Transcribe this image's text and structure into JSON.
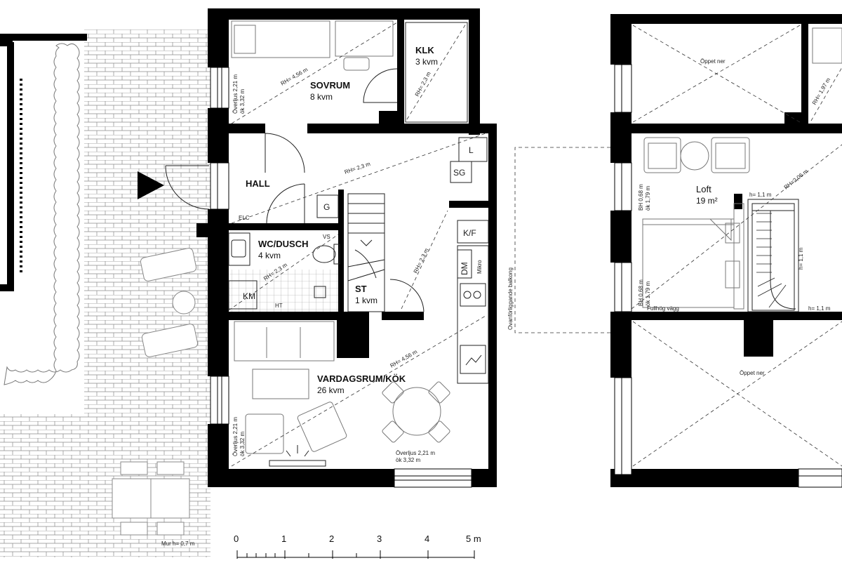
{
  "rooms": {
    "sovrum": {
      "name": "SOVRUM",
      "area": "8 kvm"
    },
    "klk": {
      "name": "KLK",
      "area": "3 kvm"
    },
    "hall": {
      "name": "HALL"
    },
    "wc": {
      "name": "WC/DUSCH",
      "area": "4 kvm"
    },
    "st": {
      "name": "ST",
      "area": "1 kvm"
    },
    "vardagsrum": {
      "name": "VARDAGSRUM/KÖK",
      "area": "26 kvm"
    },
    "loft": {
      "name": "Loft",
      "area": "19 m²"
    }
  },
  "fixtures": {
    "l": "L",
    "sg": "SG",
    "g": "G",
    "kf": "K/F",
    "km": "KM",
    "dm": "DM",
    "mikro": "Mikro",
    "elc": "ELC",
    "vs": "VS",
    "ht": "HT"
  },
  "heights": {
    "rh_sovrum": "RH= 4,56 m",
    "rh_klk": "RH= 2,3 m",
    "rh_hall": "RH= 2,3 m",
    "rh_wc": "RH= 2,3 m",
    "rh_st": "RH= 2,3 m",
    "rh_vardag": "RH= 4,56 m",
    "rh_loft": "RH=2,06 m",
    "rh_loft_top": "RH= 1,97 m",
    "overljus_sov_1": "Överljus 2,21 m",
    "overljus_sov_2": "ök 3,32 m",
    "overljus_vard_1": "Överljus 2,21 m",
    "overljus_vard_2": "ök 3,32 m",
    "overljus_bottom_1": "Överljus 2,21 m",
    "overljus_bottom_2": "ök 3,32 m",
    "bh_top_1": "BH 0,68 m",
    "bh_top_2": "ök 1,79 m",
    "bh_bot_1": "BH 0,68 m",
    "bh_bot_2": "ök 1,79 m",
    "h_top": "h= 1,1 m",
    "h_side": "h= 1,1 m",
    "h_right": "h= 1,1 m",
    "fullhog": "Fullhög vägg",
    "oppet_top": "Öppet ner",
    "oppet_bottom": "Öppet ner",
    "balkong": "Ovanförliggande balkong",
    "mur": "Mur h= 0,7 m"
  },
  "scale": {
    "ticks": [
      "0",
      "1",
      "2",
      "3",
      "4",
      "5 m"
    ]
  }
}
